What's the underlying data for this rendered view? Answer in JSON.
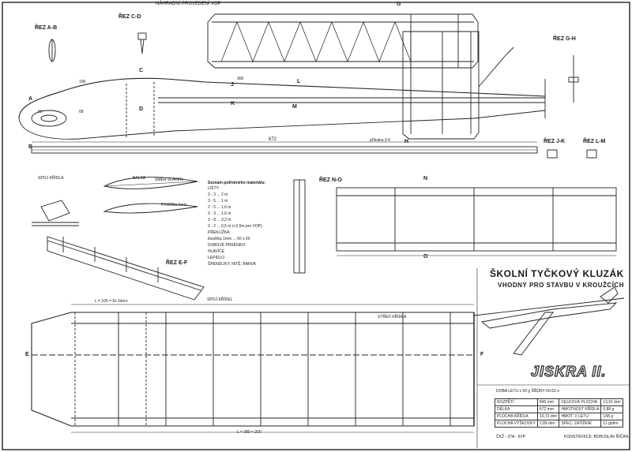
{
  "sections": {
    "a_b": "ŘEZ A-B",
    "c_d": "ŘEZ C-D",
    "g_h": "ŘEZ G-H",
    "j_k": "ŘEZ J-K",
    "l_m": "ŘEZ L-M",
    "n_o": "ŘEZ N-O",
    "e_f": "ŘEZ E-F"
  },
  "letters": [
    "A",
    "B",
    "C",
    "D",
    "G",
    "H",
    "J",
    "K",
    "L",
    "M",
    "N",
    "O",
    "E",
    "F"
  ],
  "notes": {
    "nahradni": "NÁHRADNÍ PROVEDENÍ VOP",
    "smer_vlaken": "SMĚR VLÁKEN",
    "preklizka_1mm": "Překližka 1mm",
    "prilozka": "přílozka 3-5",
    "spoj_kridla": "SPOJ KŘÍDLA",
    "spoj_kridel": "SPOJ KŘÍDEL",
    "stred_kridla": "STŘED KŘÍDLA",
    "balsa": "BALSA",
    "dim_672": "672",
    "dim_190": "190",
    "dim_300": "300",
    "dim_62": "62",
    "dim_68": "68",
    "dim_2350": "L = 380 = 200",
    "dim_1050": "L = 105 = 5x žebro"
  },
  "material_list": {
    "heading": "Seznam potřebného materiálu:",
    "lines": [
      "LIŠTY:",
      "3 - 3 ... 2 m",
      "3 - 5 ... 1 m",
      "2 - 5 ... 1,6 m",
      "2 - 3 ... 1,6 m",
      "3 - 8 ... 3,2 m",
      "2 - 2 ... 0,5 m (+2,5m pro VOP)",
      "PŘEKLIŽKA:",
      "tloušťka 1mm ... 60 x 60",
      "DUBOVÉ PRKÉNKO:",
      "HLAVICE",
      "LEPIDLO",
      "ŠPENDLÍKY, NITĚ, BARVA"
    ]
  },
  "title": {
    "main": "ŠKOLNÍ TYČKOVÝ KLUZÁK",
    "sub": "VHODNÝ PRO STAVBU V KROUŽCÍCH",
    "brand": "JISKRA II."
  },
  "spec_table": {
    "header": "DOBA LETU s 50 g ŠŇŮRY  60-63 s",
    "rows": [
      [
        "ROZPĚTÍ",
        "845 mm",
        "CELKOVÁ PLOCHA",
        "13,61 dm²"
      ],
      [
        "DÉLKA",
        "672 mm",
        "HMOTNOST KŘÍDLA",
        "6,88 g"
      ],
      [
        "PLOCHA KŘÍDLA",
        "10,72 dm²",
        "HMOT. V LETU",
        "148 g"
      ],
      [
        "PLOCHA VÝŠKOVKY",
        "2,89 dm²",
        "SPEC. ZATÍŽENÍ",
        "11 g/dm²"
      ]
    ],
    "footer_left": "ČKŽ - 37A - 5VP",
    "footer_right": "KONSTRUKCE: BOHUSLAV ŘÍČAN"
  },
  "colors": {
    "paper": "#ffffff",
    "ink": "#222222"
  }
}
